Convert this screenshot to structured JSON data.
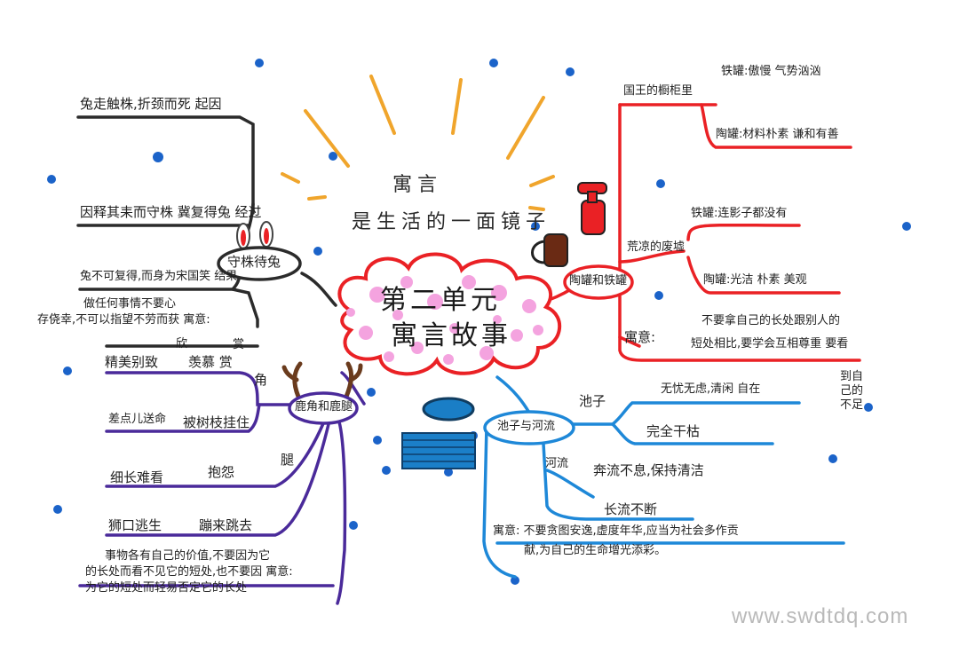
{
  "title": {
    "line1": "寓言",
    "line2": "是生活的一面镜子"
  },
  "center": {
    "line1": "第二单元",
    "line2": "寓言故事"
  },
  "branches": {
    "shouzhu": {
      "label": "守株待兔",
      "items": [
        "兔走触株,折颈而死 起因",
        "因释其耒而守株 冀复得兔 经过",
        "兔不可复得,而身为宋国笑 结果"
      ],
      "moral_lines": [
        "做任何事情不要心",
        "存侥幸,不可以指望不劳而获 寓意:"
      ]
    },
    "taoguan": {
      "label": "陶罐和铁罐",
      "king": "国王的橱柜里",
      "king_items": [
        "铁罐:傲慢 气势汹汹",
        "陶罐:材料朴素 谦和有善"
      ],
      "later": "荒凉的废墟",
      "later_items": [
        "铁罐:连影子都没有",
        "陶罐:光洁 朴素 美观"
      ],
      "moral_label": "寓意:",
      "moral_lines": [
        "不要拿自己的长处跟别人的",
        "短处相比,要学会互相尊重 要看"
      ],
      "moral_tail": [
        "到自",
        "己的",
        "不足"
      ]
    },
    "lujiao": {
      "label": "鹿角和鹿腿",
      "jiao": "角",
      "tui": "腿",
      "shang": "赏",
      "fan": "欣",
      "items": [
        "精美别致",
        "羡慕 赏",
        "差点儿送命",
        "被树枝挂住",
        "细长难看",
        "抱怨",
        "狮口逃生",
        "蹦来跳去"
      ],
      "moral_lines": [
        "事物各有自己的价值,不要因为它",
        "的长处而看不见它的短处,也不要因 寓意:",
        "为它的短处而轻易否定它的长处"
      ]
    },
    "chizi": {
      "label": "池子与河流",
      "chi": "池子",
      "chi_items": [
        "无忧无虑,清闲 自在",
        "完全干枯"
      ],
      "he": "河流",
      "he_items": [
        "奔流不息,保持清洁",
        "长流不断"
      ],
      "moral_lines": [
        "寓意: 不要贪图安逸,虚度年华,应当为社会多作贡",
        "献,为自己的生命增光添彩。"
      ]
    }
  },
  "watermark": "www.swdtdq.com"
}
